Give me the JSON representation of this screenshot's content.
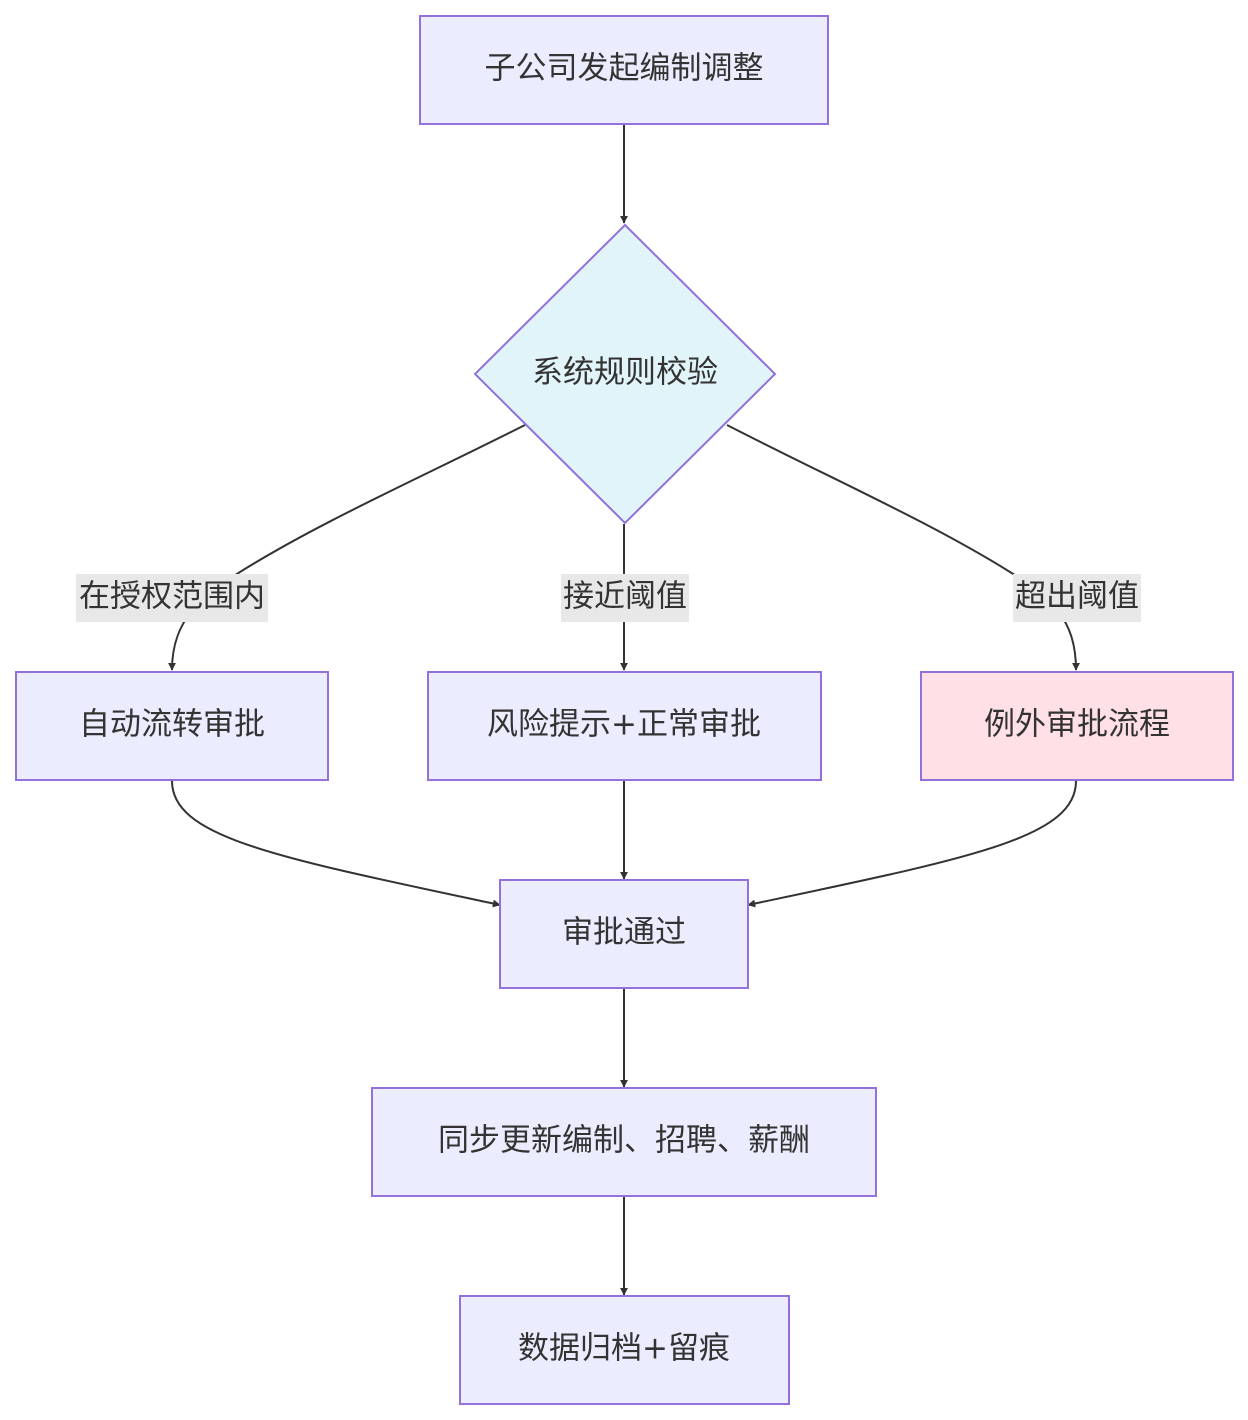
{
  "nodes": {
    "start": "子公司发起编制调整",
    "check": "系统规则校验",
    "auto": "自动流转审批",
    "risk": "风险提示+正常审批",
    "exception": "例外审批流程",
    "approved": "审批通过",
    "sync": "同步更新编制、招聘、薪酬",
    "archive": "数据归档+留痕"
  },
  "edge_labels": {
    "within": "在授权范围内",
    "near": "接近阈值",
    "over": "超出阈值"
  },
  "colors": {
    "node_fill": "#ECECFF",
    "node_stroke": "#9370DB",
    "decision_fill": "#E0F4FA",
    "exception_fill": "#FFE0E6",
    "edge": "#333333",
    "label_bg": "#E8E8E8"
  }
}
